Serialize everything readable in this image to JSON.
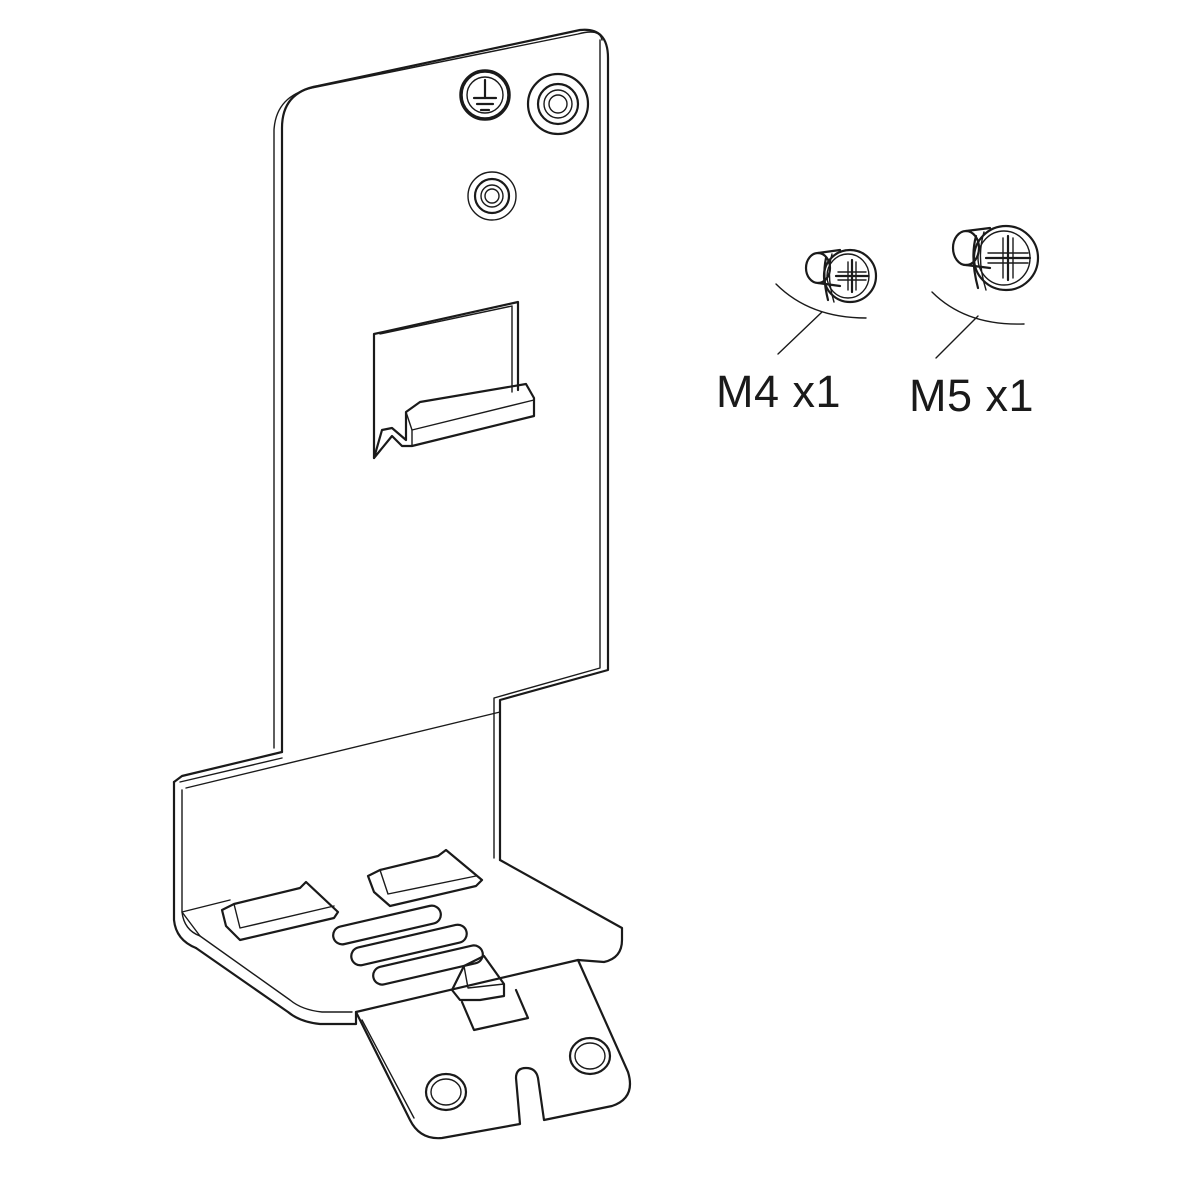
{
  "figure": {
    "components": [
      {
        "id": "m4-screw",
        "label": "M4 x1",
        "icon": "phillips-screw-icon"
      },
      {
        "id": "m5-screw",
        "label": "M5 x1",
        "icon": "phillips-screw-icon"
      }
    ],
    "part_icon": "mounting-bracket",
    "ground_symbol_icon": "ground-symbol-icon",
    "line_color": "#1a1a1a",
    "background_color": "#ffffff"
  }
}
